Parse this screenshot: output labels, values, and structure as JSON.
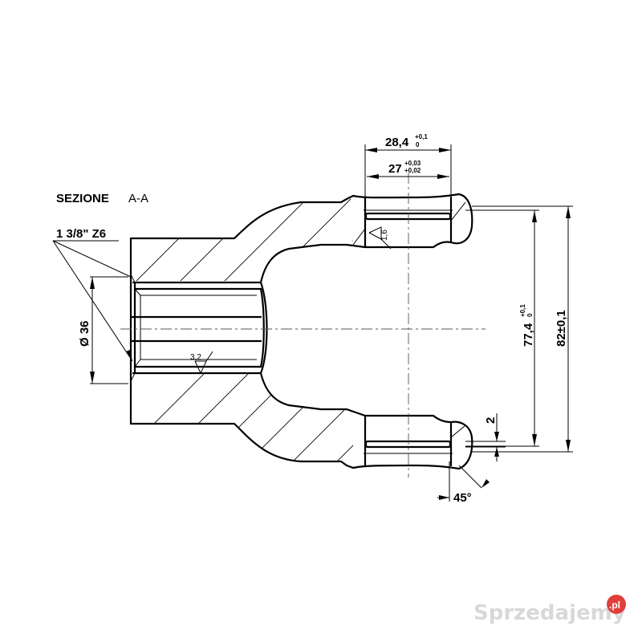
{
  "drawing": {
    "section_title": "SEZIONE",
    "section_id": "A-A",
    "spline_spec": "1 3/8\" Z6",
    "diameter_symbol": "Ø",
    "diameter_value": "36",
    "roughness_values": {
      "bore": "3,2",
      "yoke_hole": "1,6"
    },
    "dimensions": {
      "outer_width": {
        "base": "28,4",
        "upper": "+0,1",
        "lower": "0"
      },
      "bore_width": {
        "base": "27",
        "upper": "+0,03",
        "lower": "+0,02"
      },
      "groove_span": {
        "base": "77,4",
        "upper": "+0,1",
        "lower": "0"
      },
      "overall_span": {
        "base": "82",
        "tol": "±0,1"
      },
      "groove_width": "2",
      "chamfer_angle": "45°"
    }
  },
  "watermark": {
    "text": "Sprzedajemy",
    "domain_badge": ".pl",
    "badge_color": "#e0403a"
  }
}
